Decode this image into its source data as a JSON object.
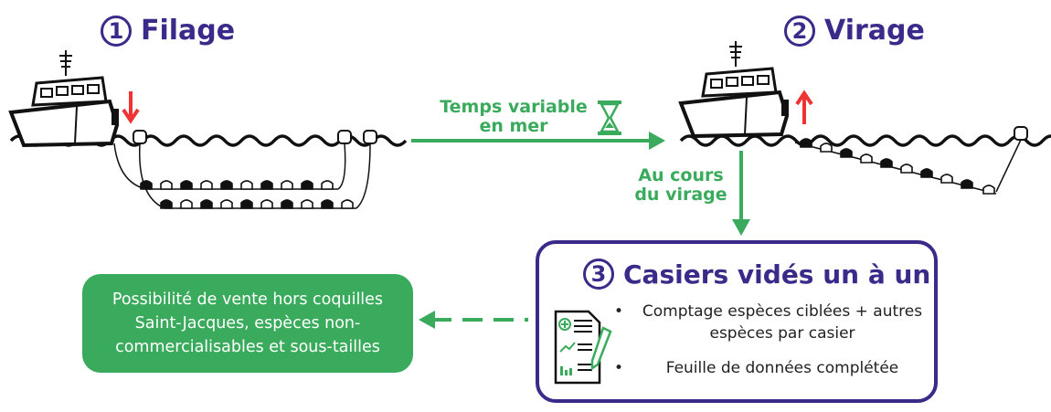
{
  "step1": {
    "number": "1",
    "title": "Filage"
  },
  "step2": {
    "number": "2",
    "title": "Virage"
  },
  "step3": {
    "number": "3",
    "title": "Casiers vidés un à un"
  },
  "transition_1_2": {
    "line1": "Temps variable",
    "line2": "en mer"
  },
  "transition_2_3": {
    "line1": "Au cours",
    "line2": "du virage"
  },
  "bullets": [
    "Comptage espèces ciblées + autres espèces par casier",
    "Feuille de données complétée"
  ],
  "outcome": {
    "text": "Possibilité de vente hors coquilles Saint-Jacques, espèces non-commercialisables et sous-tailles"
  },
  "colors": {
    "purple": "#3b2a8a",
    "green": "#3aab5c",
    "red": "#ee3333",
    "black": "#111111"
  },
  "icons": [
    "boat-icon",
    "hourglass-icon",
    "down-arrow-icon",
    "up-arrow-icon",
    "data-sheet-icon",
    "pencil-icon"
  ]
}
